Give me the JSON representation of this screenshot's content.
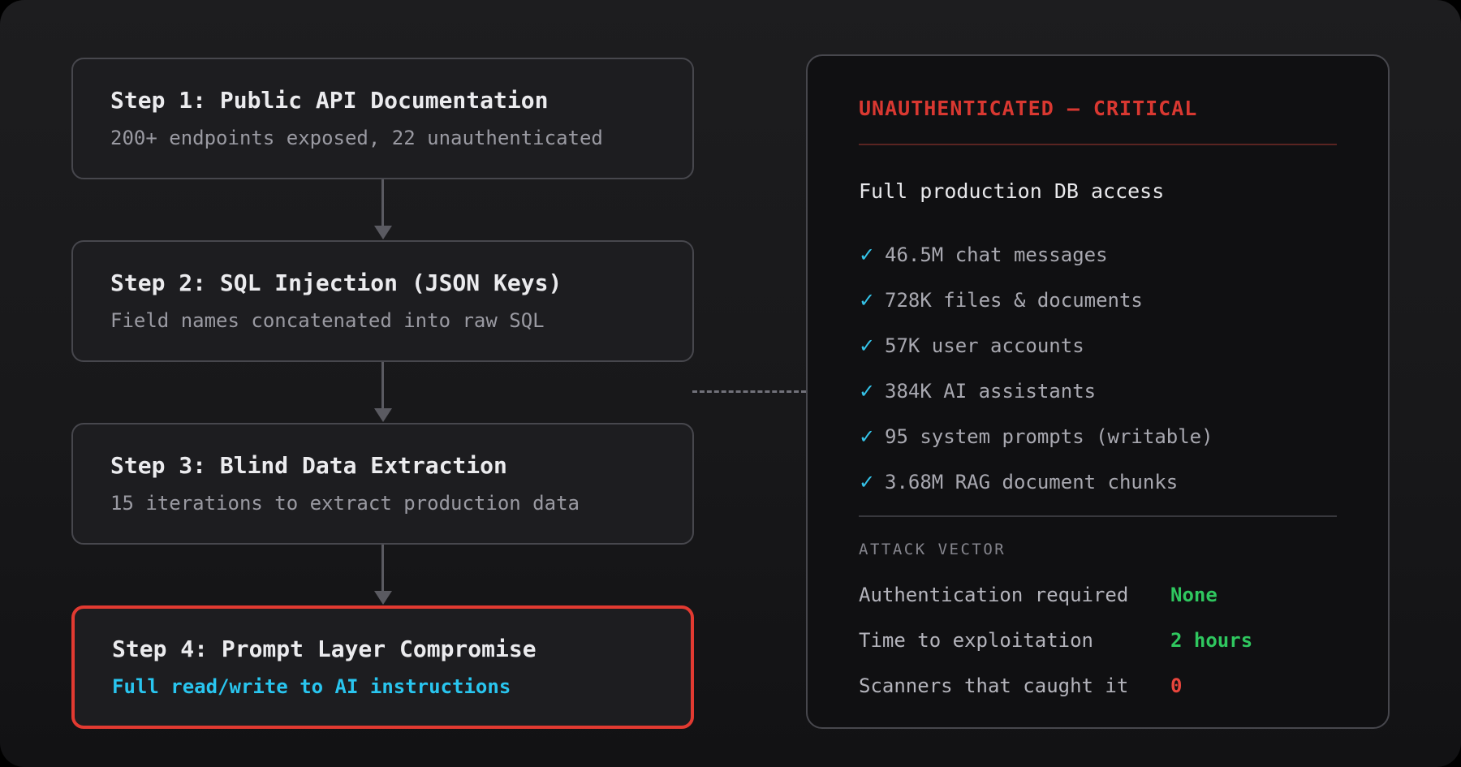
{
  "flow": {
    "steps": [
      {
        "title": "Step 1: Public API Documentation",
        "subtitle": "200+ endpoints exposed, 22 unauthenticated"
      },
      {
        "title": "Step 2: SQL Injection (JSON Keys)",
        "subtitle": "Field names concatenated into raw SQL"
      },
      {
        "title": "Step 3: Blind Data Extraction",
        "subtitle": "15 iterations to extract production data"
      },
      {
        "title": "Step 4: Prompt Layer Compromise",
        "subtitle": "Full read/write to AI instructions"
      }
    ]
  },
  "panel": {
    "title": "UNAUTHENTICATED — CRITICAL",
    "summary": "Full production DB access",
    "check_icon": "✓",
    "checklist": [
      "46.5M chat messages",
      "728K files & documents",
      "57K user accounts",
      "384K AI assistants",
      "95 system prompts (writable)",
      "3.68M RAG document chunks"
    ],
    "section_label": "ATTACK VECTOR",
    "rows": [
      {
        "label": "Authentication required",
        "value": "None",
        "status": "green"
      },
      {
        "label": "Time to exploitation",
        "value": "2 hours",
        "status": "green"
      },
      {
        "label": "Scanners that caught it",
        "value": "0",
        "status": "red"
      }
    ]
  },
  "colors": {
    "critical_red": "#d93831",
    "highlight_border_red": "#e23a31",
    "cyan_accent": "#29c5ef",
    "check_cyan": "#35c3e8",
    "value_green": "#2fc75f",
    "value_red": "#e8453c",
    "box_border_gray": "#47474d",
    "panel_bg": "#101012",
    "box_bg": "#1d1d20"
  }
}
